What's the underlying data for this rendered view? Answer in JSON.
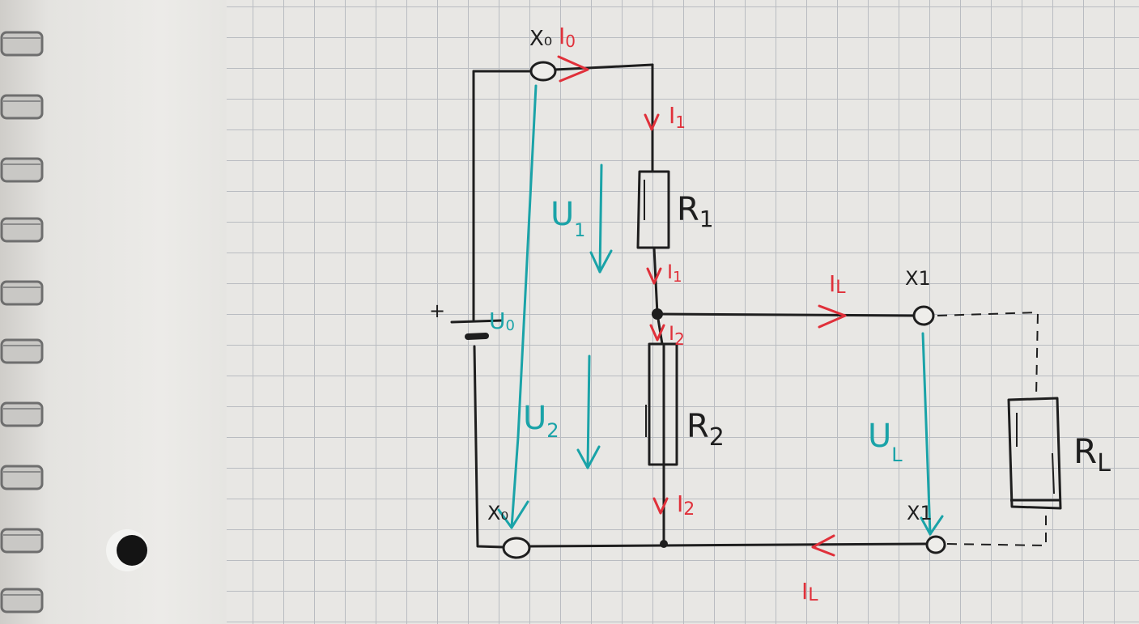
{
  "diagram": {
    "terminals": {
      "x0_top": "X₀",
      "x0_bottom": "X₀",
      "x1_top": "X1",
      "x1_bottom": "X1"
    },
    "components": {
      "r1": "R",
      "r1_sub": "1",
      "r2": "R",
      "r2_sub": "2",
      "rl": "R",
      "rl_sub": "L"
    },
    "source": {
      "plus": "+",
      "label": "U",
      "label_sub": "0"
    },
    "currents": {
      "i0": "I",
      "i0_sub": "0",
      "i1_top": "I",
      "i1_top_sub": "1",
      "i1_mid": "I",
      "i1_mid_sub": "1",
      "i2_top": "I",
      "i2_top_sub": "2",
      "i2_bottom": "I",
      "i2_bottom_sub": "2",
      "il_top": "I",
      "il_top_sub": "L",
      "il_bottom": "I",
      "il_bottom_sub": "L"
    },
    "voltages": {
      "u1": "U",
      "u1_sub": "1",
      "u2": "U",
      "u2_sub": "2",
      "ul": "U",
      "ul_sub": "L"
    },
    "colors": {
      "wire": "#1e1e1e",
      "current": "#e0303a",
      "voltage": "#1aa3a8"
    }
  }
}
